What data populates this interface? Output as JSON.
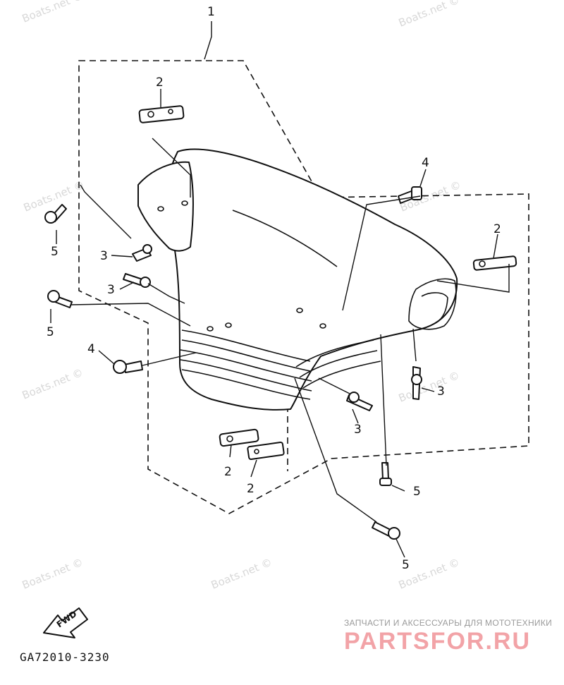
{
  "diagram": {
    "callouts": {
      "c1": "1",
      "c2a": "2",
      "c2b": "2",
      "c2c": "2",
      "c2d": "2",
      "c3a": "3",
      "c3b": "3",
      "c3c": "3",
      "c3d": "3",
      "c4a": "4",
      "c4b": "4",
      "c5a": "5",
      "c5b": "5",
      "c5c": "5",
      "c5d": "5"
    },
    "watermark": "Boats.net ©",
    "fwd_arrow_label": "FWD",
    "drawing_code": "GA72010-3230",
    "shop_caption": "ЗАПЧАСТИ И АКСЕССУАРЫ ДЛЯ МОТОТЕХНИКИ",
    "shop_logo": "PARTSFOR.RU"
  }
}
